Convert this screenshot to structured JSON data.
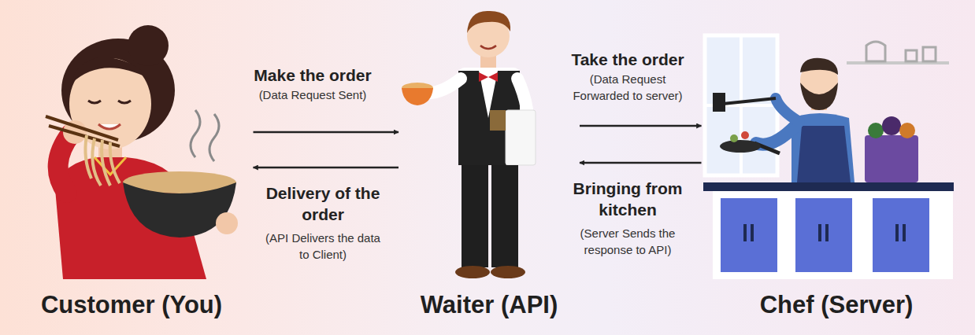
{
  "diagram": {
    "nodes": [
      {
        "text": [
          "Customer (You)"
        ]
      },
      {
        "text": [
          "Waiter (API)"
        ]
      },
      {
        "text": [
          "Chef (Server)"
        ]
      }
    ],
    "edges": [
      {
        "from": 0,
        "to": 1,
        "label": "Make the order",
        "arrow": "to"
      },
      {
        "from": 1,
        "to": 0,
        "label": "Delivery of the order",
        "arrow": "to"
      },
      {
        "from": 1,
        "to": 2,
        "label": "Take the order",
        "arrow": "to"
      },
      {
        "from": 2,
        "to": 1,
        "label": "Bringing from kitchen",
        "arrow": "to"
      }
    ],
    "labels": [
      "(Data Request Sent)",
      "(API Delivers the data to Client)",
      "(Data Request Forwarded to server)",
      "(Server Sends the response to API)"
    ]
  }
}
